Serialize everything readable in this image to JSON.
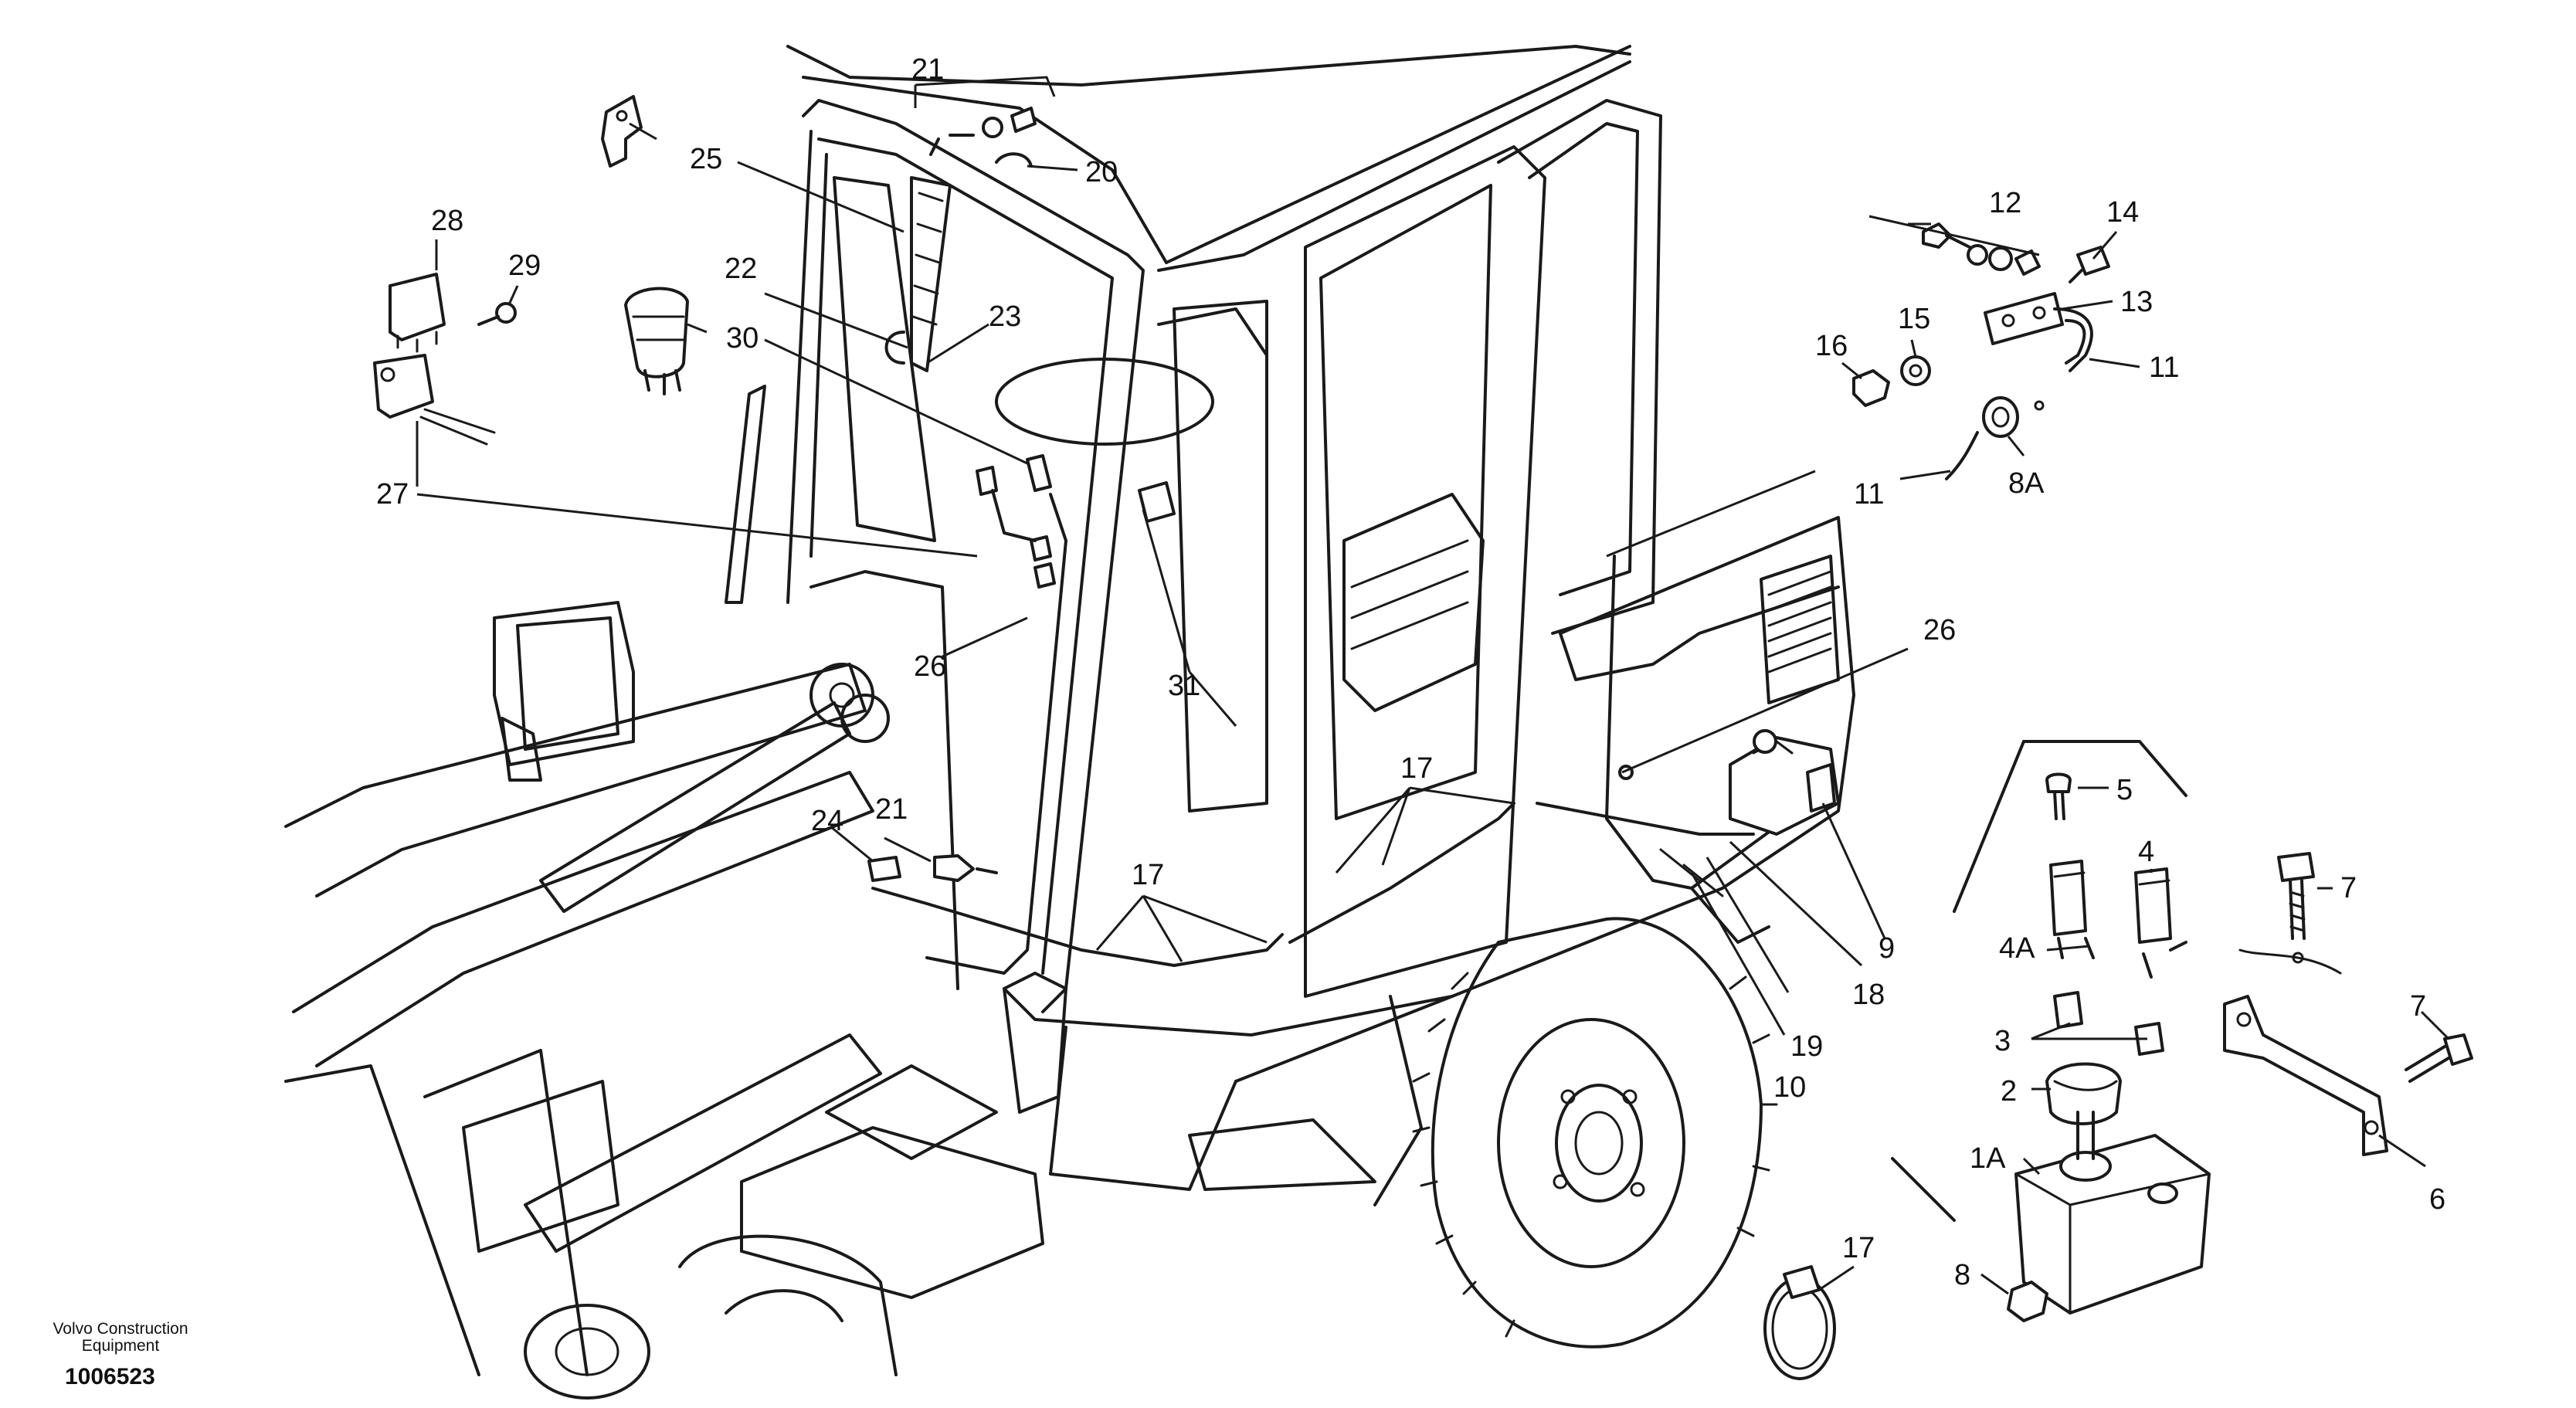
{
  "brand": {
    "line1": "Volvo Construction",
    "line2": "Equipment"
  },
  "document_number": "1006523",
  "callouts": [
    {
      "id": "c21a",
      "label": "21"
    },
    {
      "id": "c20",
      "label": "20"
    },
    {
      "id": "c25",
      "label": "25"
    },
    {
      "id": "c22",
      "label": "22"
    },
    {
      "id": "c23",
      "label": "23"
    },
    {
      "id": "c30",
      "label": "30"
    },
    {
      "id": "c28",
      "label": "28"
    },
    {
      "id": "c29",
      "label": "29"
    },
    {
      "id": "c27",
      "label": "27"
    },
    {
      "id": "c26a",
      "label": "26"
    },
    {
      "id": "c31",
      "label": "31"
    },
    {
      "id": "c24",
      "label": "24"
    },
    {
      "id": "c21b",
      "label": "21"
    },
    {
      "id": "c17a",
      "label": "17"
    },
    {
      "id": "c17b",
      "label": "17"
    },
    {
      "id": "c12",
      "label": "12"
    },
    {
      "id": "c14",
      "label": "14"
    },
    {
      "id": "c13",
      "label": "13"
    },
    {
      "id": "c15",
      "label": "15"
    },
    {
      "id": "c16",
      "label": "16"
    },
    {
      "id": "c11a",
      "label": "11"
    },
    {
      "id": "c11b",
      "label": "11"
    },
    {
      "id": "c8A",
      "label": "8A"
    },
    {
      "id": "c26b",
      "label": "26"
    },
    {
      "id": "c9",
      "label": "9"
    },
    {
      "id": "c18",
      "label": "18"
    },
    {
      "id": "c19",
      "label": "19"
    },
    {
      "id": "c10",
      "label": "10"
    },
    {
      "id": "c5",
      "label": "5"
    },
    {
      "id": "c4",
      "label": "4"
    },
    {
      "id": "c4A",
      "label": "4A"
    },
    {
      "id": "c3",
      "label": "3"
    },
    {
      "id": "c2",
      "label": "2"
    },
    {
      "id": "c1A",
      "label": "1A"
    },
    {
      "id": "c8",
      "label": "8"
    },
    {
      "id": "c7a",
      "label": "7"
    },
    {
      "id": "c7b",
      "label": "7"
    },
    {
      "id": "c6",
      "label": "6"
    },
    {
      "id": "c17c",
      "label": "17"
    }
  ]
}
